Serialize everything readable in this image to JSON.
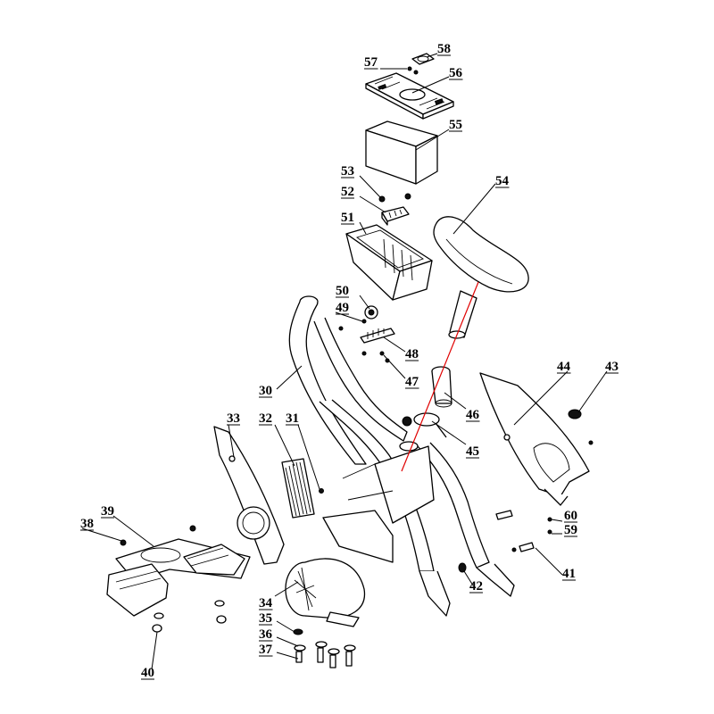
{
  "callouts": [
    {
      "id": "c57",
      "text": "57"
    },
    {
      "id": "c58",
      "text": "58"
    },
    {
      "id": "c56",
      "text": "56"
    },
    {
      "id": "c55",
      "text": "55"
    },
    {
      "id": "c54",
      "text": "54"
    },
    {
      "id": "c53",
      "text": "53"
    },
    {
      "id": "c52",
      "text": "52"
    },
    {
      "id": "c51",
      "text": "51"
    },
    {
      "id": "c50",
      "text": "50"
    },
    {
      "id": "c49",
      "text": "49"
    },
    {
      "id": "c48",
      "text": "48"
    },
    {
      "id": "c47",
      "text": "47"
    },
    {
      "id": "c46",
      "text": "46"
    },
    {
      "id": "c45",
      "text": "45"
    },
    {
      "id": "c44",
      "text": "44"
    },
    {
      "id": "c43",
      "text": "43"
    },
    {
      "id": "c30",
      "text": "30"
    },
    {
      "id": "c33",
      "text": "33"
    },
    {
      "id": "c32",
      "text": "32"
    },
    {
      "id": "c31",
      "text": "31"
    },
    {
      "id": "c39",
      "text": "39"
    },
    {
      "id": "c38",
      "text": "38"
    },
    {
      "id": "c60",
      "text": "60"
    },
    {
      "id": "c59",
      "text": "59"
    },
    {
      "id": "c41",
      "text": "41"
    },
    {
      "id": "c42",
      "text": "42"
    },
    {
      "id": "c34",
      "text": "34"
    },
    {
      "id": "c35",
      "text": "35"
    },
    {
      "id": "c36",
      "text": "36"
    },
    {
      "id": "c37",
      "text": "37"
    },
    {
      "id": "c40",
      "text": "40"
    }
  ],
  "colors": {
    "line": "#000000",
    "center_axis": "#e00000",
    "background": "#ffffff"
  }
}
